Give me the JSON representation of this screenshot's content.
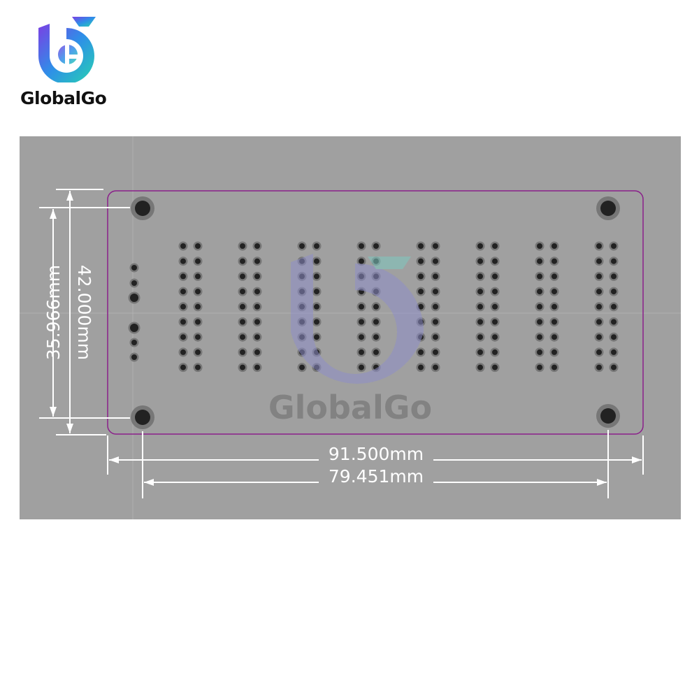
{
  "brand": {
    "name": "GlobalGo",
    "logo_icon": "globalgo-logo-icon",
    "gradient_colors": [
      "#7b3fe4",
      "#2e8fe8",
      "#27d3b0"
    ]
  },
  "drawing": {
    "background_color": "#a0a0a0",
    "board_outline_color": "#8a1f8a",
    "dimension_line_color": "#ffffff",
    "hole_color": "#222222",
    "pad_color": "#777777",
    "watermark_text": "GlobalGo",
    "dimensions": {
      "board_height": "42.000mm",
      "hole_spacing_vertical": "35.966mm",
      "board_width": "91.500mm",
      "hole_spacing_horizontal": "79.451mm"
    },
    "mounting_holes": 4,
    "header_columns": 8,
    "pins_per_column_row": 9,
    "pins_per_column_pair": 2,
    "side_pins": 6
  }
}
